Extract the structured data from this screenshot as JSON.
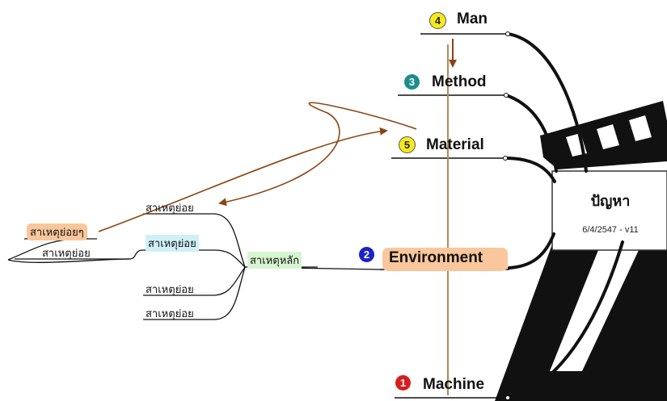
{
  "central": {
    "title": "ปัญหา",
    "date": "6/4/2547 - v11"
  },
  "branches": [
    {
      "id": "man",
      "number": "4",
      "label": "Man",
      "badge_color": "#f7ea1a",
      "badge_text_color": "#222222"
    },
    {
      "id": "method",
      "number": "3",
      "label": "Method",
      "badge_color": "#1c8c8c",
      "badge_text_color": "#ffffff"
    },
    {
      "id": "material",
      "number": "5",
      "label": "Material",
      "badge_color": "#f7ea1a",
      "badge_text_color": "#222222"
    },
    {
      "id": "environment",
      "number": "2",
      "label": "Environment",
      "badge_color": "#1c22c8",
      "badge_text_color": "#ffffff"
    },
    {
      "id": "machine",
      "number": "1",
      "label": "Machine",
      "badge_color": "#d91c1c",
      "badge_text_color": "#ffffff"
    }
  ],
  "subnodes": {
    "main_cause": "สาเหตุหลัก",
    "sub1": "สาเหตุย่อย",
    "sub2": "สาเหตุย่อย",
    "sub3": "สาเหตุย่อย",
    "sub4": "สาเหตุย่อย",
    "subsub": "สาเหตุย่อยๆ",
    "subsub_child": "สาเหตุย่อย"
  },
  "colors": {
    "environment_highlight": "#f9c79b",
    "main_cause_highlight": "#d6f5d0",
    "sub2_highlight": "#cff0f7",
    "subsub_highlight": "#f9c79b",
    "relationship_arrow": "#8b4513",
    "vertical_line": "#b8875a"
  }
}
